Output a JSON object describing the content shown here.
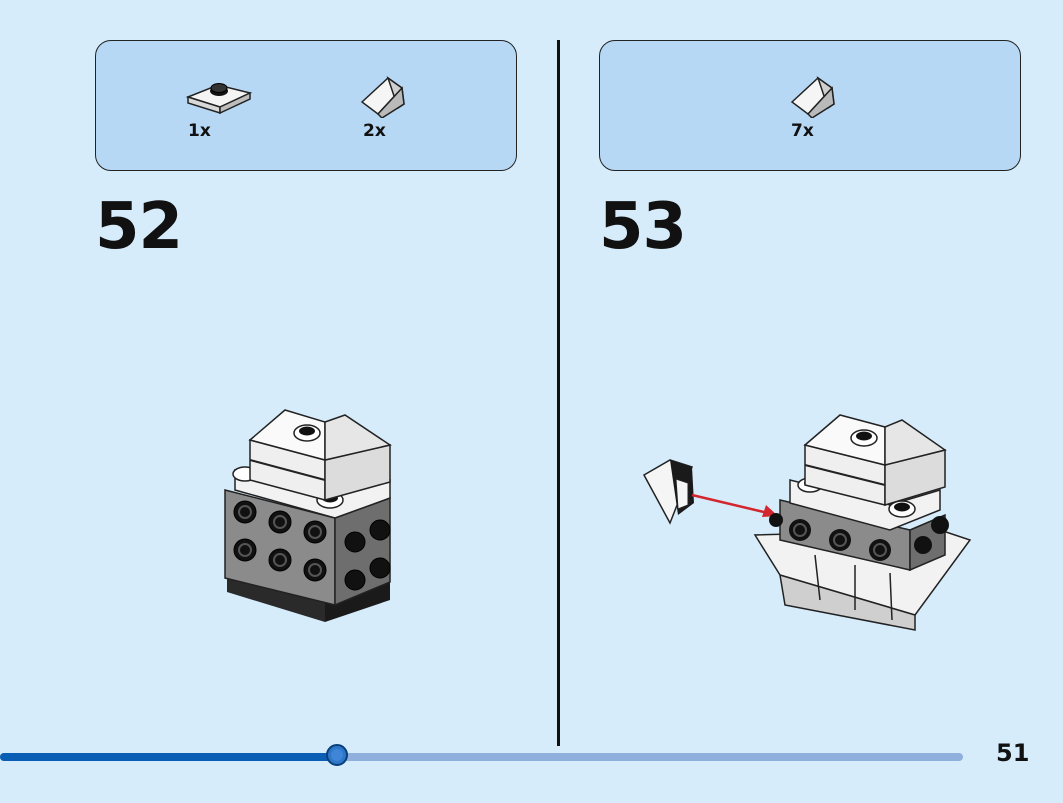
{
  "steps": [
    {
      "number": "52",
      "parts": [
        {
          "icon": "white-jumper-plate-icon",
          "qty": "1x"
        },
        {
          "icon": "white-slope-tile-icon",
          "qty": "2x"
        }
      ]
    },
    {
      "number": "53",
      "parts": [
        {
          "icon": "white-slope-tile-icon",
          "qty": "7x"
        }
      ]
    }
  ],
  "progress": {
    "fraction": 0.35
  },
  "page_number": "51",
  "colors": {
    "background": "#d6ecfb",
    "panel": "#b6d8f5",
    "progress_fill": "#0a5fb4",
    "progress_track": "#8fb0dc",
    "arrow": "#d3262e"
  }
}
